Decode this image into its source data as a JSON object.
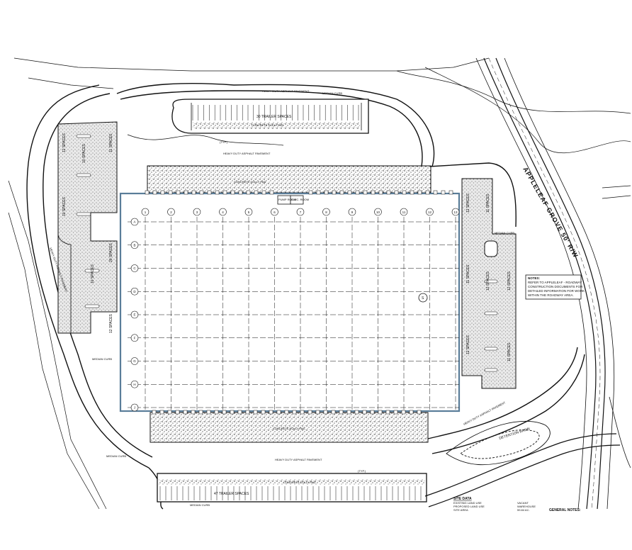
{
  "title": "",
  "site": {
    "road_name": "APPLELEAF GROVE 50' R/W",
    "trailer_top": "30 TRAILER SPACES",
    "trailer_bottom": "47 TRAILER SPACES",
    "heavy_duty_top": "HEAVY DUTY ASPHALT PAVEMENT",
    "heavy_duty_mid": "HEAVY DUTY ASPHALT PAVEMENT",
    "heavy_duty_bottom": "HEAVY DUTY ASPHALT PAVEMENT",
    "heavy_duty_left": "HEAVY DUTY ASPHALT PAVEMENT",
    "heavy_duty_right": "HEAVY DUTY ASPHALT PAVEMENT",
    "concrete_top": "CONCRETE DOLLY PAD",
    "concrete_mid": "CONCRETE DOLLY PAD",
    "concrete_bottom": "CONCRETE DOLLY PAD",
    "concrete_bottom2": "CONCRETE DOLLY PAD",
    "median_curb_top": "MEDIAN CURB",
    "median_curb_left": "MEDIAN CURB",
    "median_curb_bottom_left": "MEDIAN CURB",
    "median_curb_bottom": "MEDIAN CURB",
    "median_curb_right": "MEDIAN CURB",
    "pump_room": "PUMP ROOM",
    "elec_room": "ELEC. ROOM",
    "detention_basin": "DETENTION BASIN",
    "type_label": "(TYP.)",
    "bottom_tag": "(TYP.)",
    "marker_s": "S",
    "parking_left": [
      "12 SPACES",
      "10 SPACES",
      "11 SPACES",
      "10 SPACES",
      "20 SPACES",
      "10 SPACES",
      "12 SPACES"
    ],
    "parking_right": [
      "12 SPACES",
      "11 SPACES",
      "11 SPACES",
      "12 SPACES",
      "12 SPACES",
      "12 SPACES",
      "11 SPACES"
    ],
    "note_text": [
      "REFER TO APPLELEAF - ROADWAY",
      "CONSTRUCTION DOCUMENTS FOR",
      "DETAILED INFORMATION FOR WORK",
      "WITHIN THE ROADWAY AREA."
    ],
    "note_head": "NOTES:",
    "site_data_title": "SITE DATA",
    "site_data_labels": [
      "EXISTING LAND USE",
      "PROPOSED LAND USE",
      "SITE AREA"
    ],
    "site_data_values": [
      "VACANT",
      "WAREHOUSE",
      "59.84 AC."
    ],
    "general_notes": "GENERAL NOTES:"
  },
  "grid": {
    "columns": [
      "1",
      "2",
      "3",
      "4",
      "5",
      "6",
      "7",
      "8",
      "9",
      "10",
      "11",
      "12",
      "13"
    ],
    "rows": [
      "A",
      "B",
      "C",
      "D",
      "E",
      "F",
      "G",
      "H",
      "J"
    ]
  },
  "colors": {
    "building_outline": "#5a7d99",
    "linework": "#111111",
    "stipple": "#222222"
  }
}
